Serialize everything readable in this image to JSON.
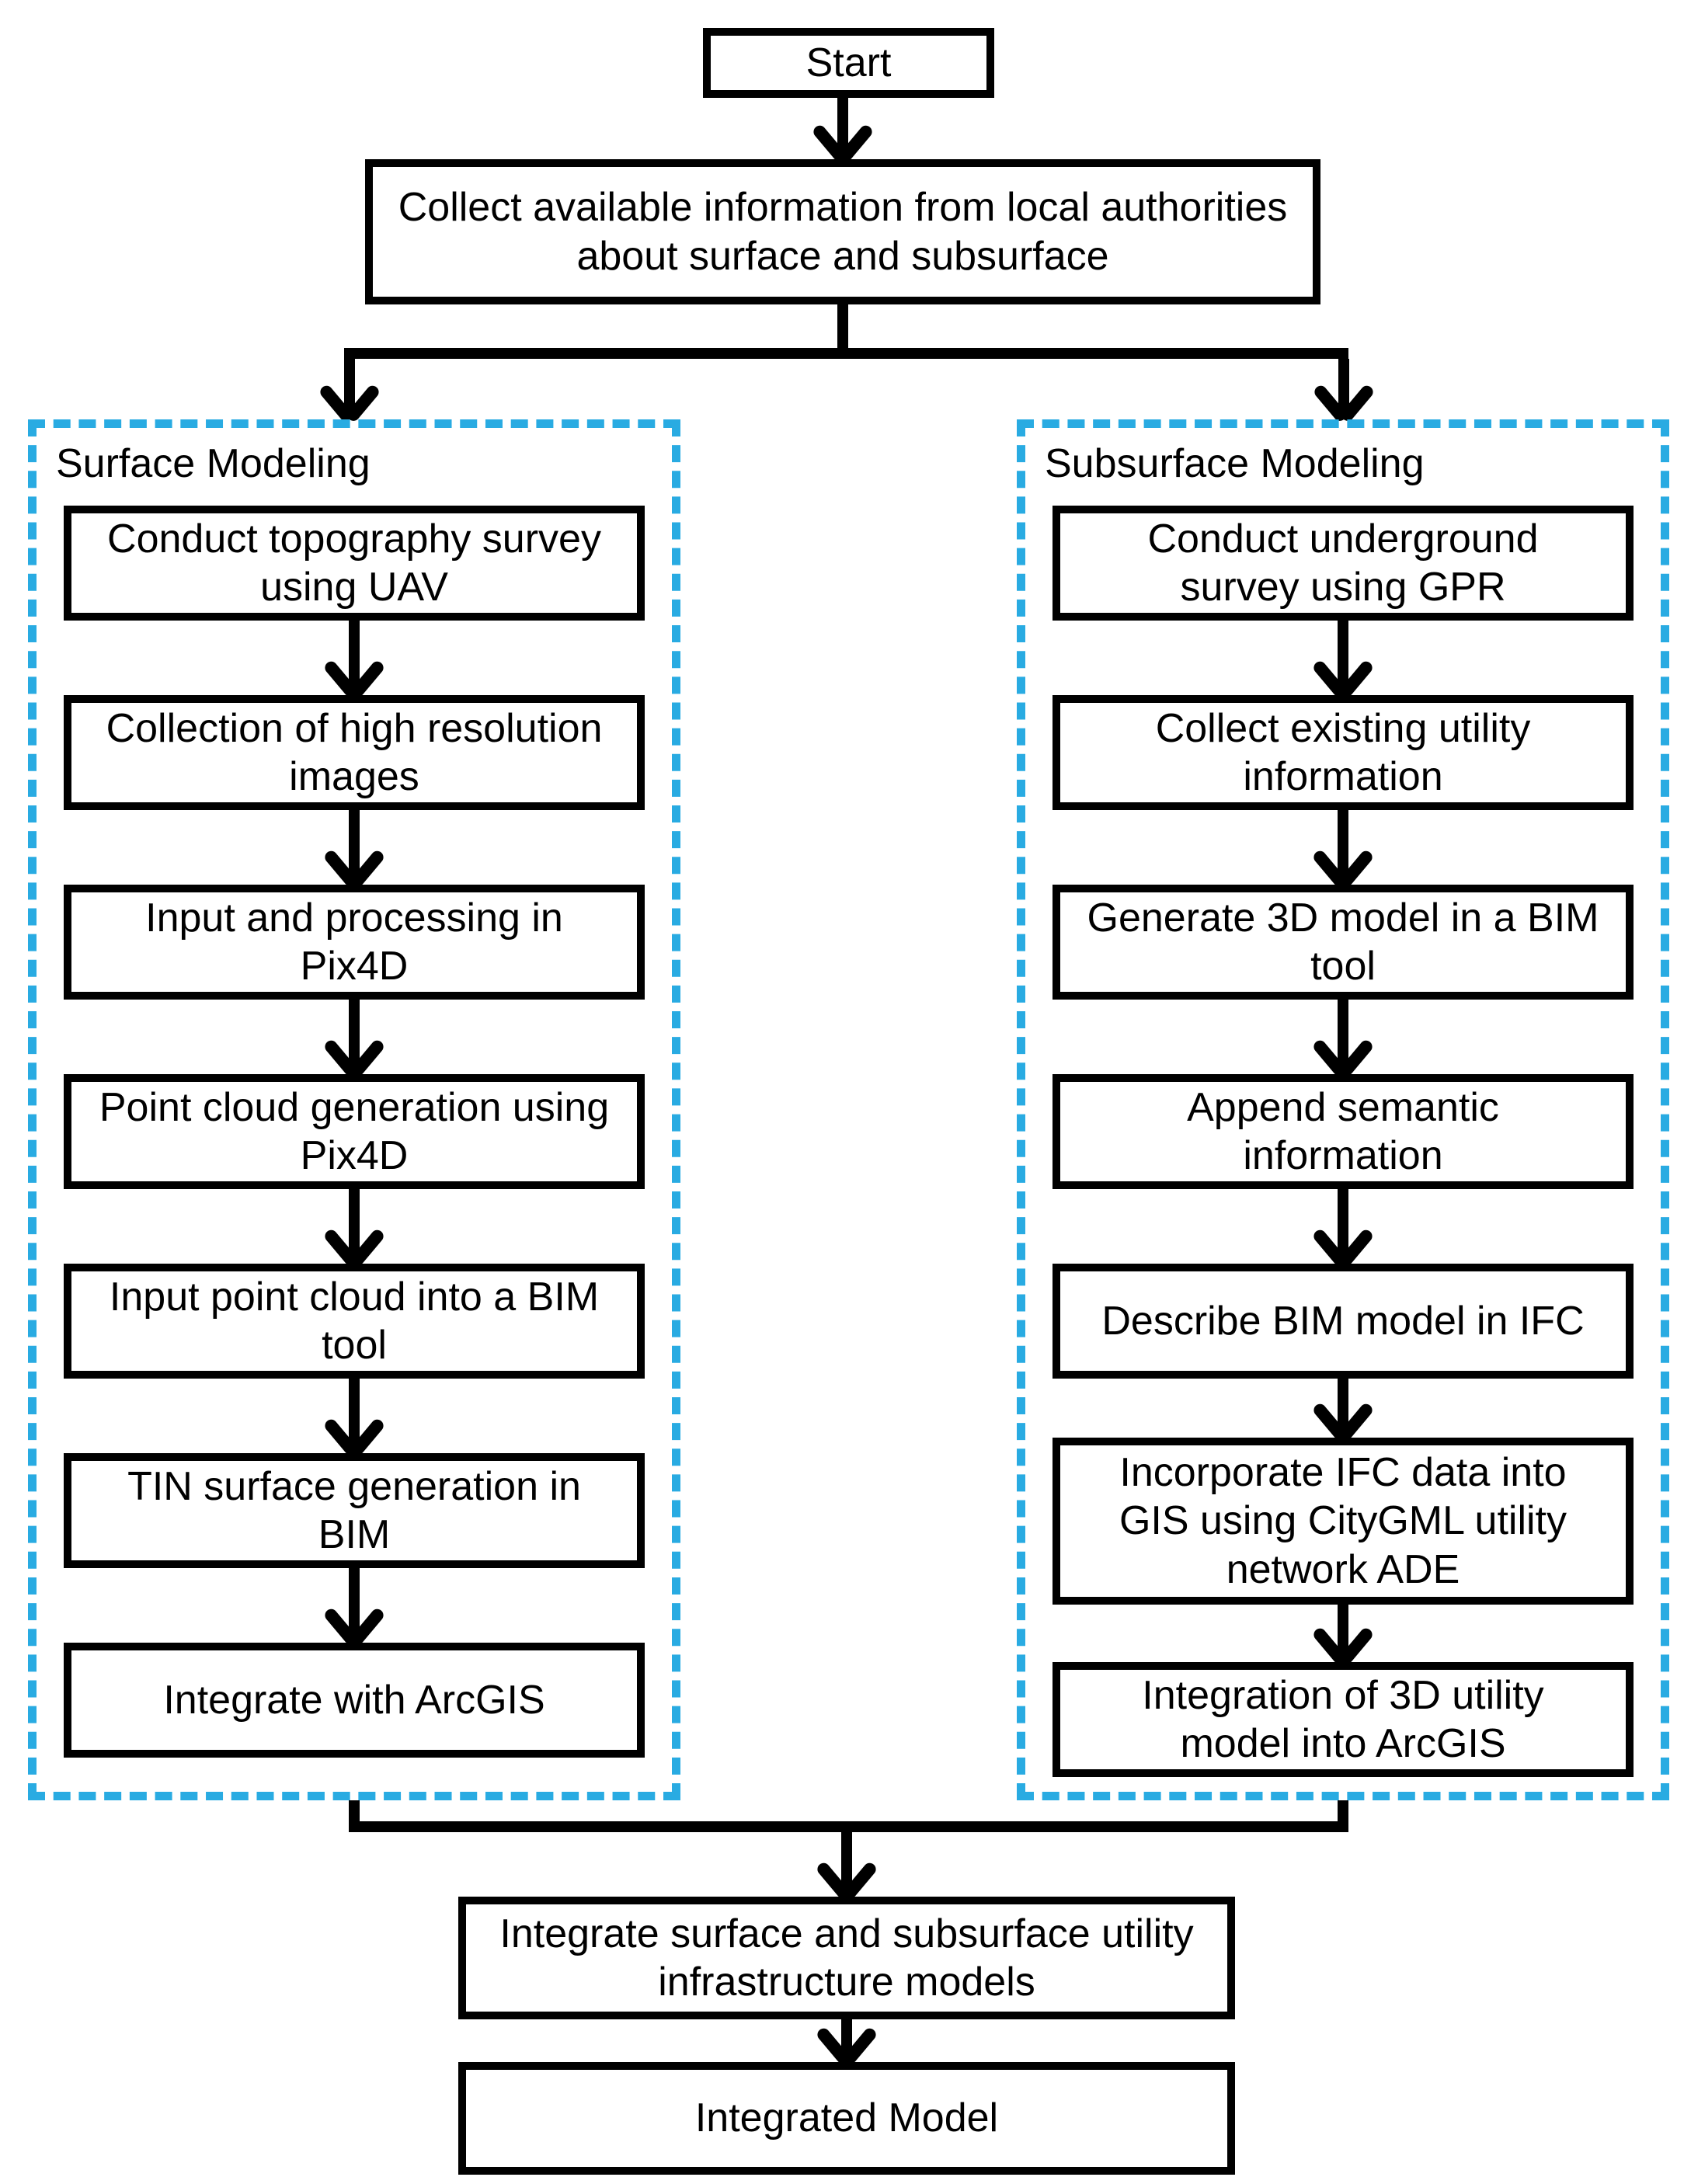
{
  "nodes": {
    "start": "Start",
    "collect": "Collect available information from local authorities about surface and subsurface",
    "integrate": "Integrate surface and subsurface utility infrastructure models",
    "result": "Integrated Model"
  },
  "surface": {
    "title": "Surface Modeling",
    "steps": [
      "Conduct topography survey using UAV",
      "Collection of high resolution images",
      "Input and processing in Pix4D",
      "Point cloud generation using Pix4D",
      "Input point cloud into a BIM tool",
      "TIN surface generation in BIM",
      "Integrate with ArcGIS"
    ]
  },
  "subsurface": {
    "title": "Subsurface Modeling",
    "steps": [
      "Conduct underground survey using GPR",
      "Collect existing utility information",
      "Generate 3D model in a BIM tool",
      "Append semantic information",
      "Describe BIM model in IFC",
      "Incorporate IFC data into GIS using CityGML utility network ADE",
      "Integration of 3D utility model into ArcGIS"
    ]
  },
  "colors": {
    "section_dashed_border": "#29ABE2",
    "box_border": "#000000",
    "connector_line": "#000000",
    "background": "#FFFFFF",
    "text": "#000000"
  }
}
